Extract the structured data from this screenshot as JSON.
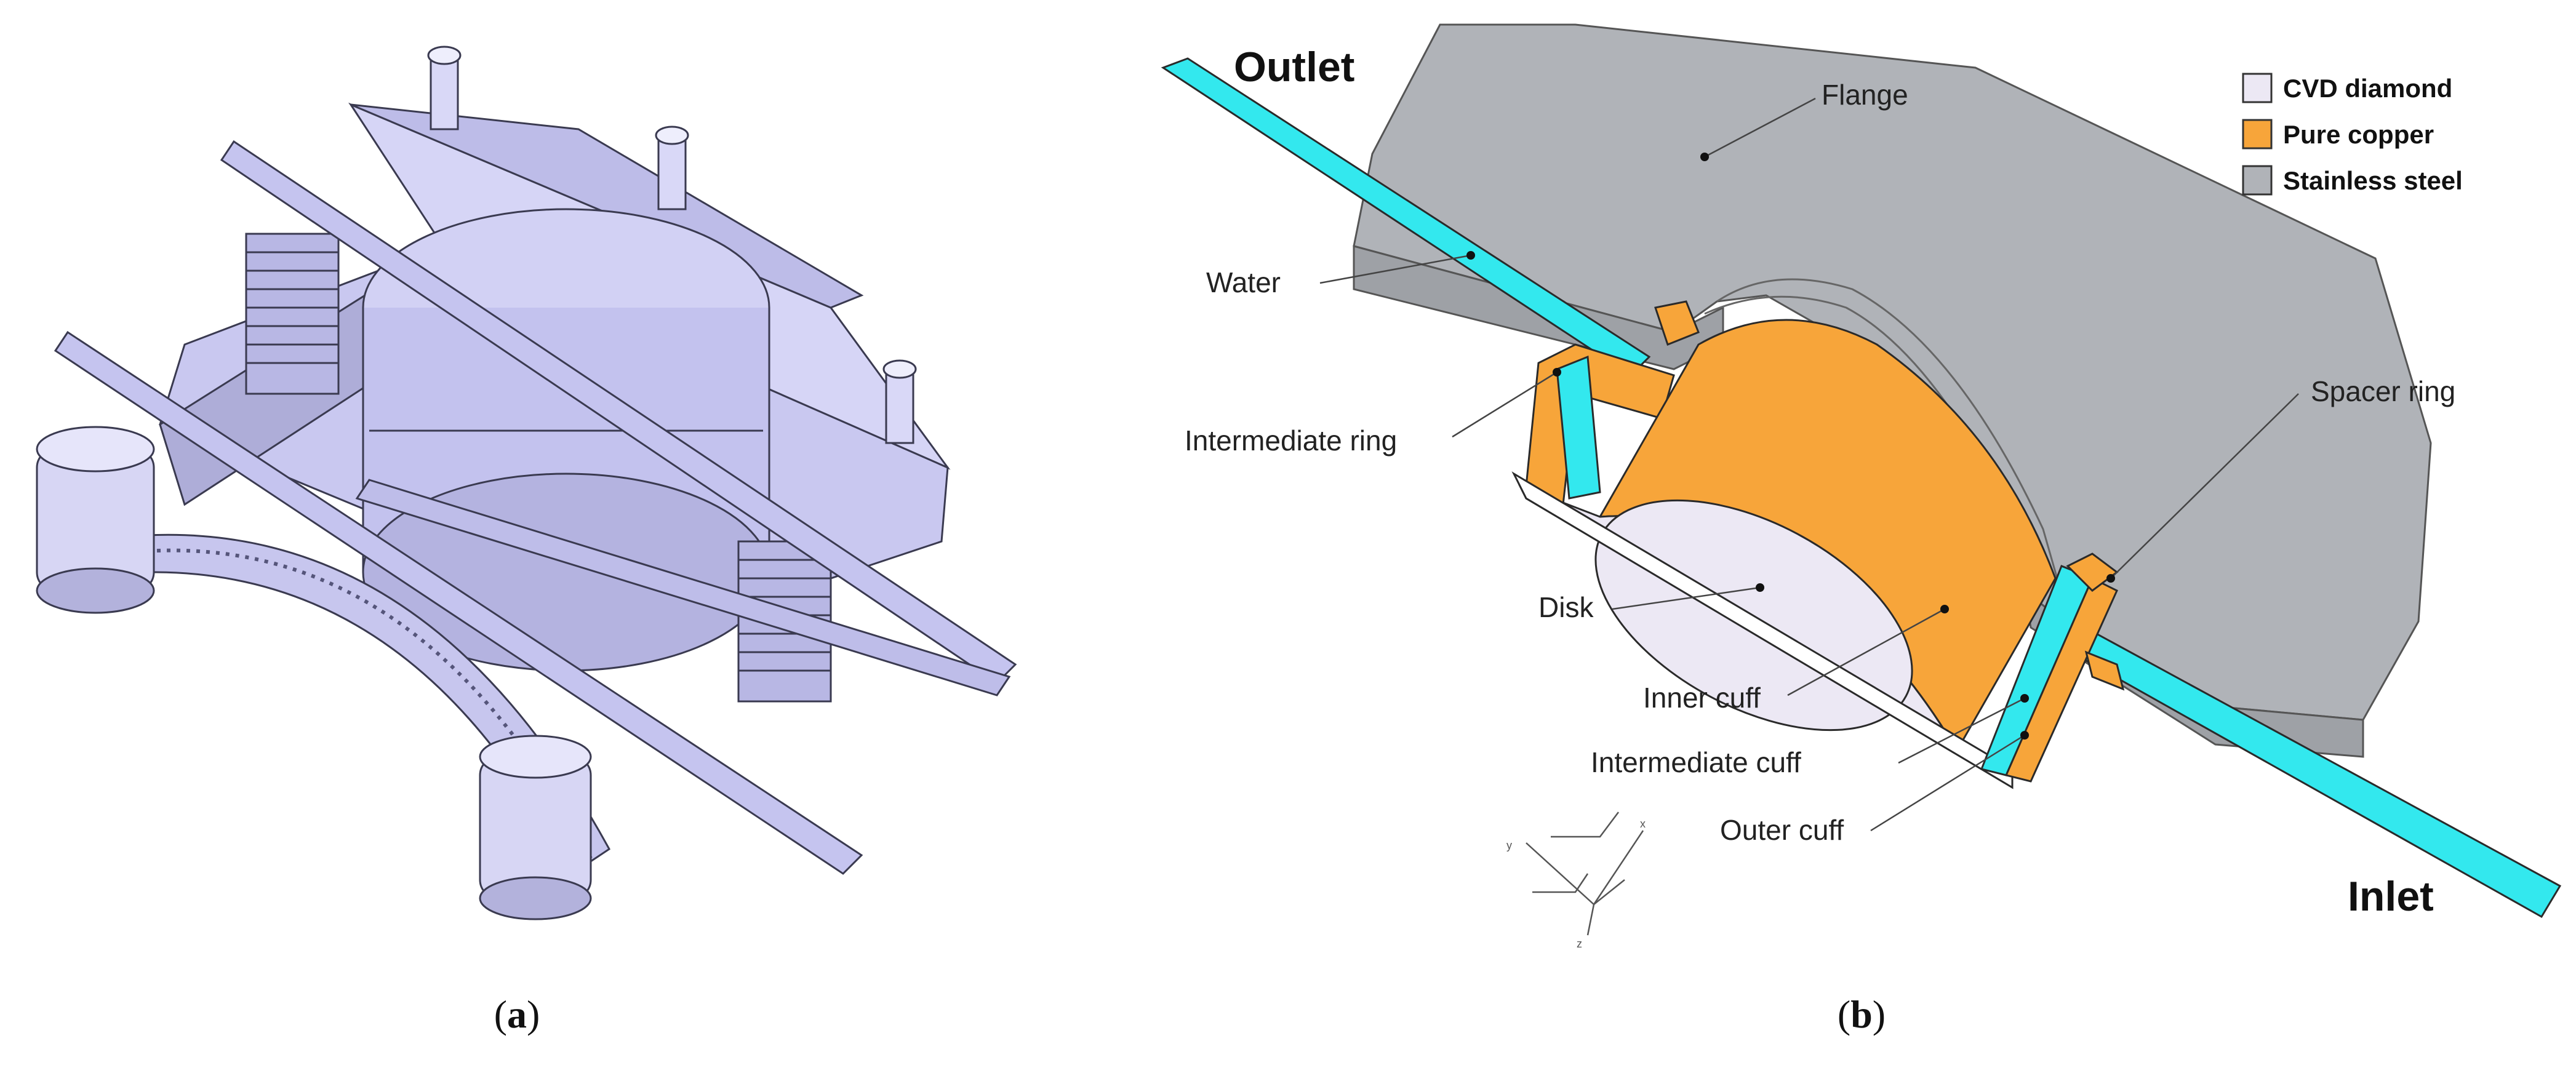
{
  "panel_a": {
    "caption_letter": "a",
    "colors": {
      "body": "#c9c8f0",
      "body_shade": "#aeadd8",
      "body_dark": "#8f8ebc",
      "edge": "#3a3a50"
    }
  },
  "panel_b": {
    "caption_letter": "b",
    "title_outlet": "Outlet",
    "title_inlet": "Inlet",
    "labels": {
      "flange": "Flange",
      "water": "Water",
      "intermediate_ring": "Intermediate ring",
      "spacer_ring": "Spacer ring",
      "disk": "Disk",
      "inner_cuff": "Inner cuff",
      "intermediate_cuff": "Intermediate cuff",
      "outer_cuff": "Outer cuff"
    },
    "legend": [
      {
        "label": "CVD diamond",
        "color": "#ece8f4"
      },
      {
        "label": "Pure copper",
        "color": "#f7a53a"
      },
      {
        "label": "Stainless steel",
        "color": "#b0b3b8"
      }
    ],
    "colors": {
      "water": "#33e8ee",
      "steel": "#b0b3b8",
      "steel_dark": "#8f9297",
      "copper": "#f7a53a",
      "diamond": "#ece8f4"
    }
  }
}
